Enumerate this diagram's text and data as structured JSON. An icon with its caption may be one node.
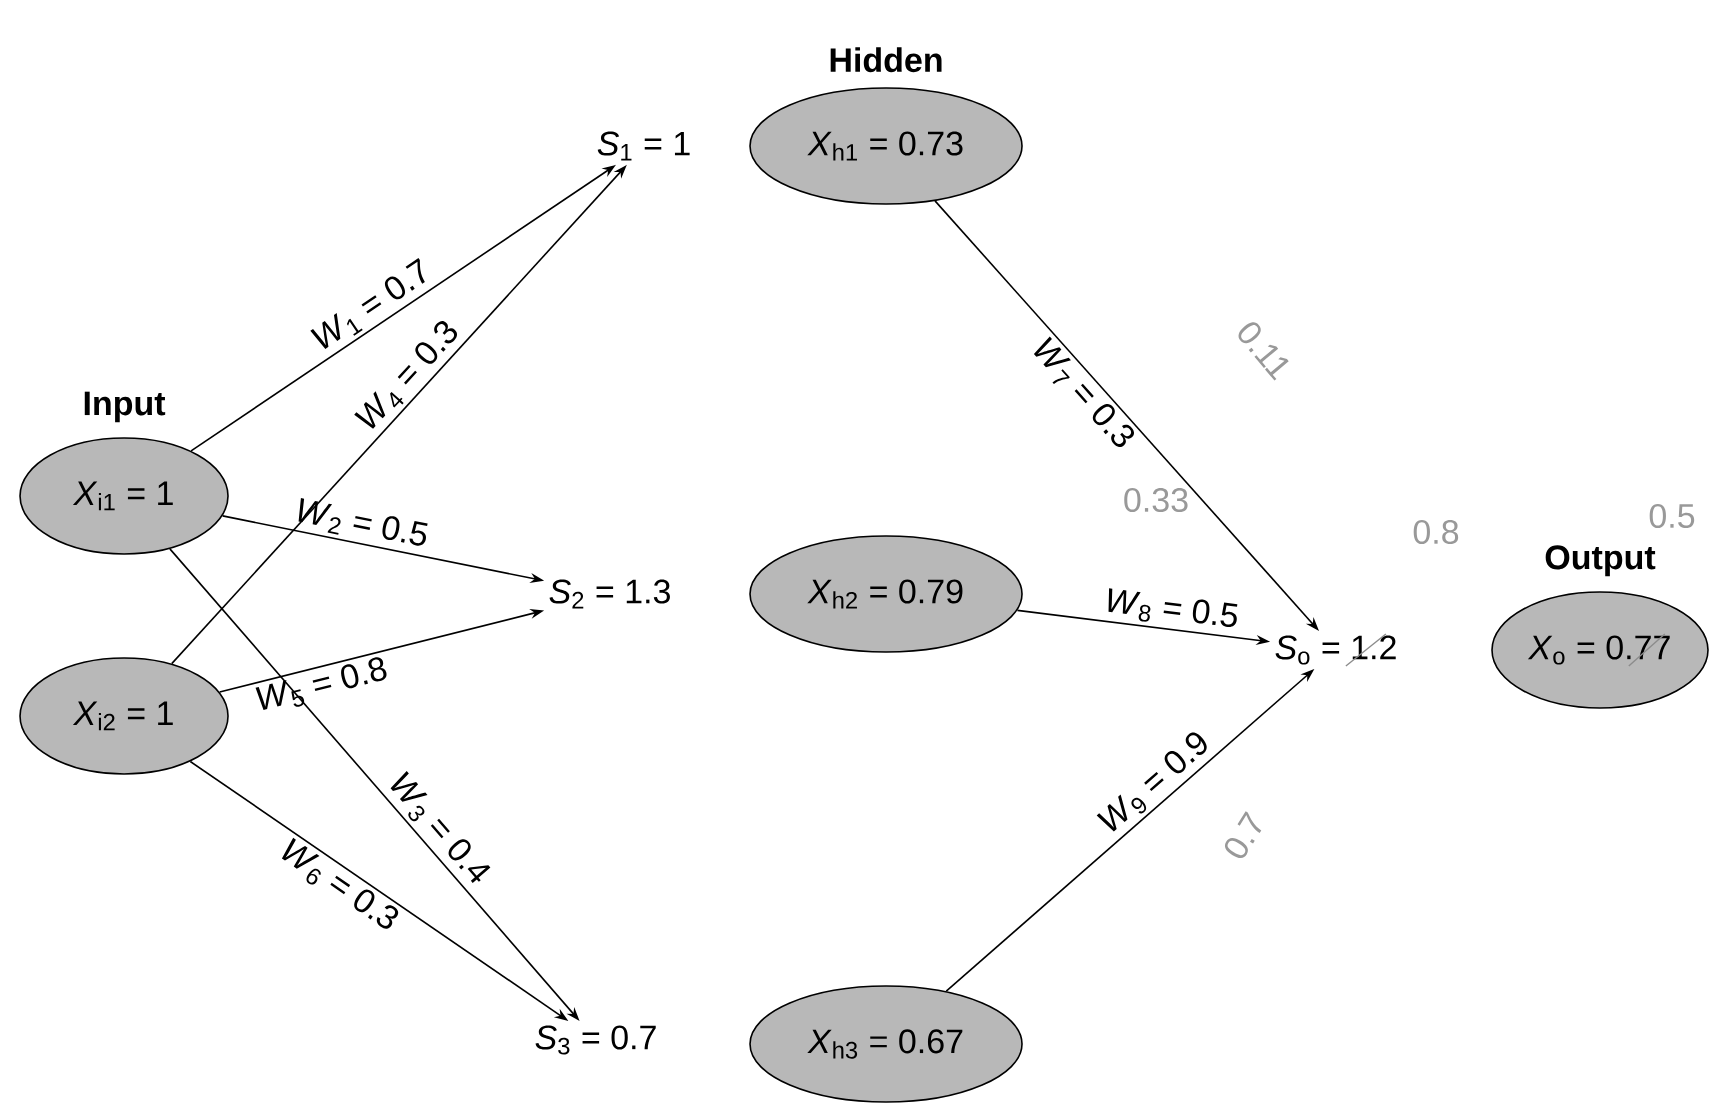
{
  "diagram": {
    "nodes": [
      {
        "text": [
          "Input",
          "*X*$_{i1}$ = 1"
        ]
      },
      {
        "text": [
          "*X*$_{i2}$ = 1"
        ]
      },
      {
        "text": [
          "*S*$_{1}$ = 1"
        ]
      },
      {
        "text": [
          "*S*$_{2}$ = 1.3"
        ]
      },
      {
        "text": [
          "*S*$_{3}$ = 0.7"
        ]
      },
      {
        "text": [
          "Hidden",
          "*X*$_{h1}$ = 0.73"
        ]
      },
      {
        "text": [
          "*X*$_{h2}$ = 0.79"
        ]
      },
      {
        "text": [
          "*X*$_{h3}$ = 0.67"
        ]
      },
      {
        "text": [
          "*S*$_{o}$ = 1.2"
        ]
      },
      {
        "text": [
          "Output",
          "*X*$_{o}$ = 0.77"
        ],
        "beside": [
          "0.5"
        ]
      }
    ],
    "edges": [
      {
        "from": 0,
        "to": 2,
        "arrow": "to",
        "label": "*W*$_{1}$ = 0.7"
      },
      {
        "from": 0,
        "to": 3,
        "arrow": "to",
        "label": "*W*$_{2}$ = 0.5"
      },
      {
        "from": 0,
        "to": 4,
        "arrow": "to",
        "label": "*W*$_{3}$ = 0.4"
      },
      {
        "from": 1,
        "to": 2,
        "arrow": "to",
        "label": "*W*$_{4}$ = 0.3"
      },
      {
        "from": 1,
        "to": 3,
        "arrow": "to",
        "label": "*W*$_{5}$ = 0.8"
      },
      {
        "from": 1,
        "to": 4,
        "arrow": "to",
        "label": "*W*$_{6}$ = 0.3"
      },
      {
        "from": 5,
        "to": 8,
        "arrow": "to",
        "label": "*W*$_{7}$ = 0.3"
      },
      {
        "from": 6,
        "to": 8,
        "arrow": "to",
        "label": "*W*$_{8}$ = 0.5"
      },
      {
        "from": 7,
        "to": 8,
        "arrow": "to",
        "label": "*W*$_{9}$ = 0.9"
      }
    ],
    "labels": [
      "0.11",
      "0.33",
      "0.8",
      "0.7"
    ]
  }
}
